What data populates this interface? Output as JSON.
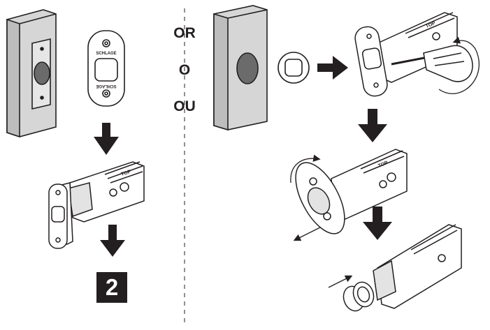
{
  "separator_words": [
    "OR",
    "O",
    "OU"
  ],
  "step_number": "2",
  "faceplate_stamp": "SCHLAGE",
  "latch_top_mark": "TOP",
  "colors": {
    "ink": "#231f20",
    "door_edge": "#c8c8c8",
    "bore_hole": "#6b6b6b"
  }
}
